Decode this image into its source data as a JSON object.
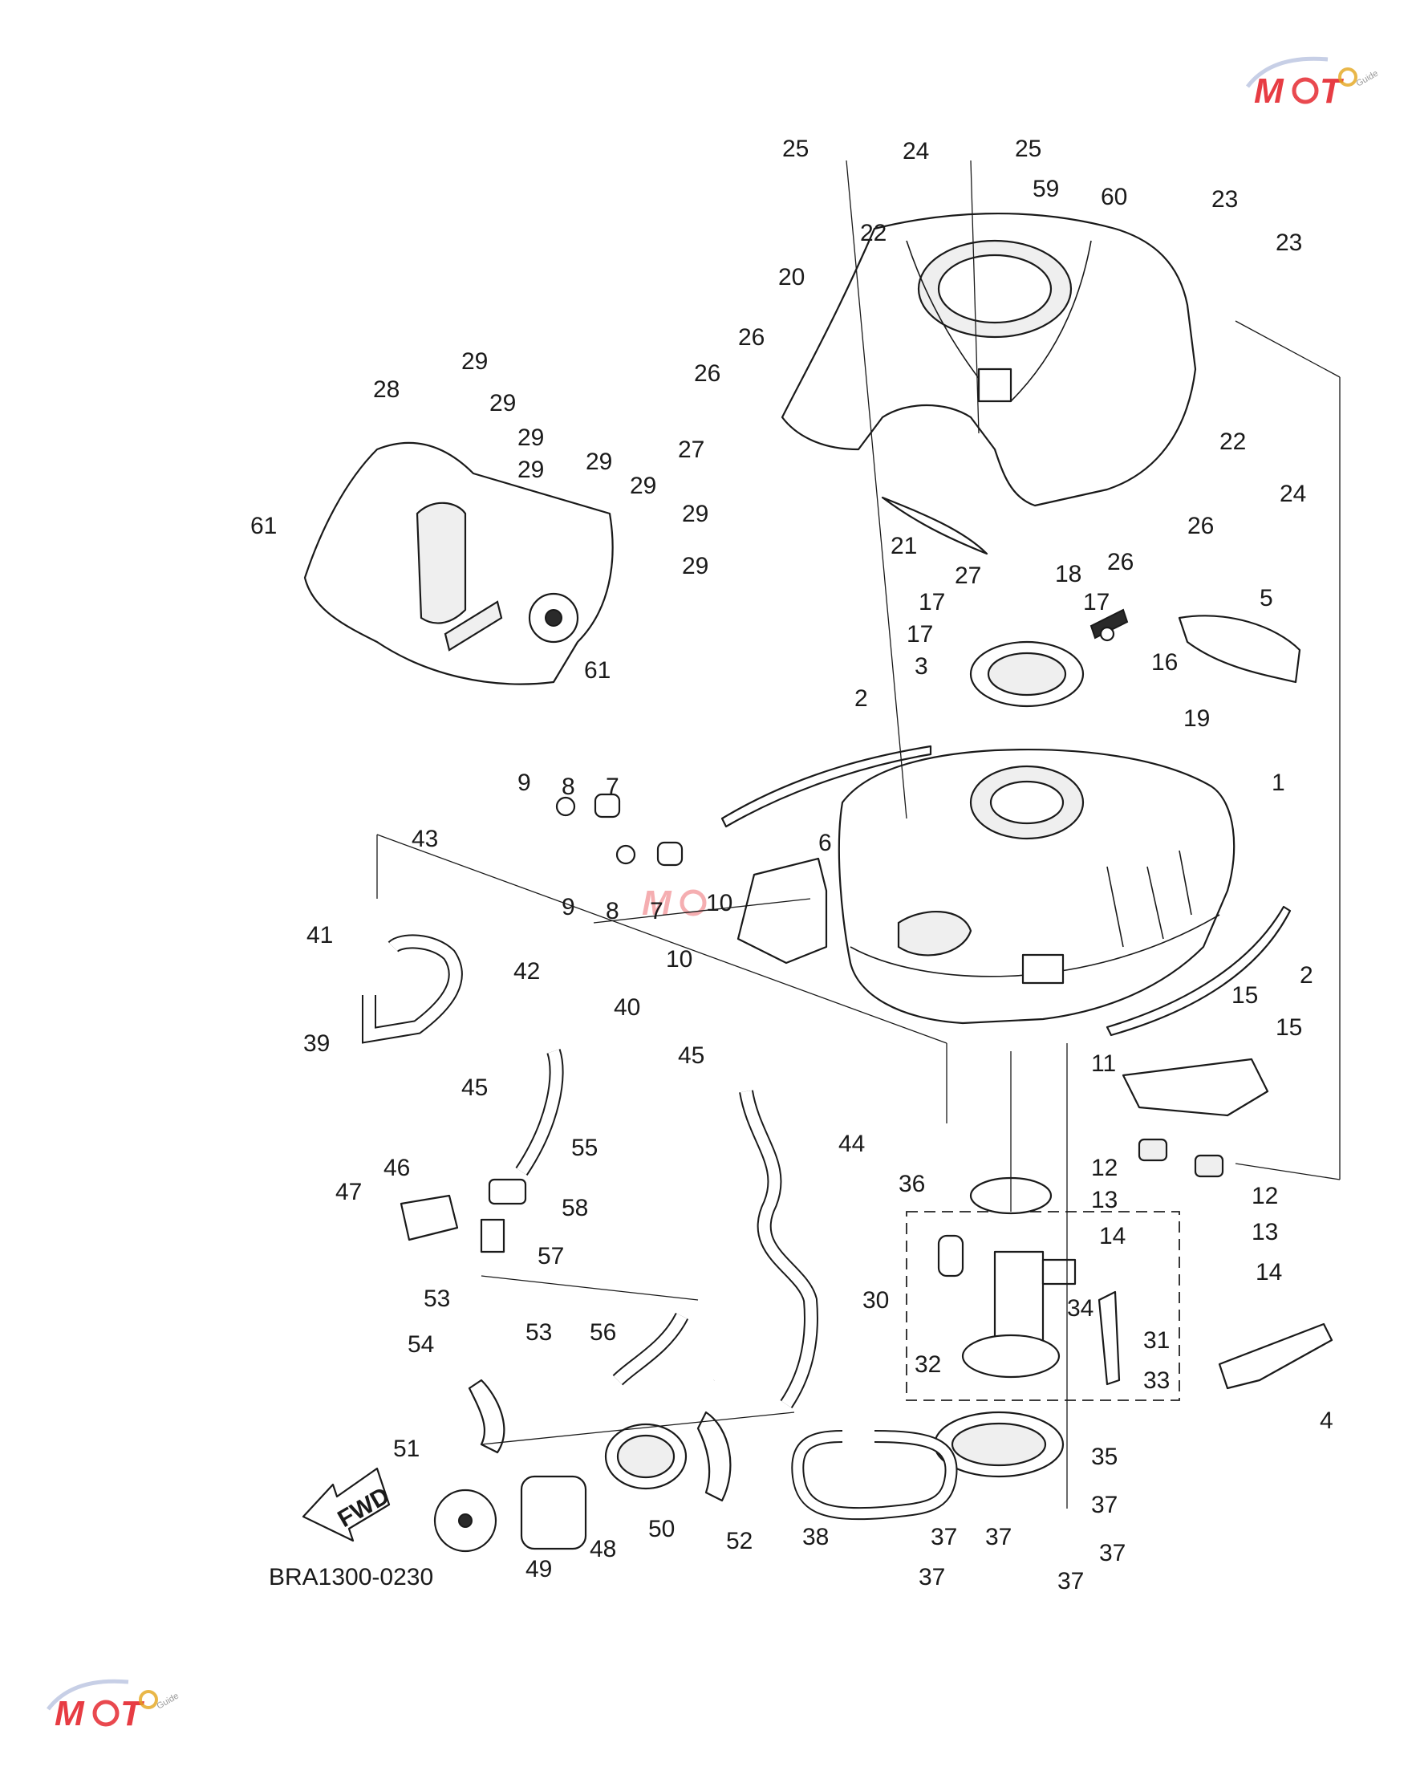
{
  "diagram": {
    "code": "BRA1300-0230",
    "fwd_label": "FWD",
    "watermark": {
      "text": "MOT",
      "small_text": "Guide",
      "color": "#e31b23",
      "accent": "#2c4fa3"
    },
    "callouts": [
      "1",
      "2",
      "2",
      "3",
      "4",
      "5",
      "6",
      "7",
      "7",
      "8",
      "8",
      "9",
      "9",
      "10",
      "10",
      "11",
      "12",
      "12",
      "13",
      "13",
      "14",
      "14",
      "15",
      "15",
      "16",
      "17",
      "17",
      "17",
      "18",
      "19",
      "20",
      "21",
      "22",
      "22",
      "23",
      "23",
      "24",
      "24",
      "25",
      "25",
      "26",
      "26",
      "26",
      "26",
      "27",
      "27",
      "28",
      "29",
      "29",
      "29",
      "29",
      "29",
      "29",
      "29",
      "29",
      "30",
      "31",
      "32",
      "33",
      "34",
      "35",
      "36",
      "37",
      "37",
      "37",
      "37",
      "37",
      "37",
      "38",
      "39",
      "40",
      "41",
      "42",
      "43",
      "44",
      "45",
      "45",
      "46",
      "47",
      "48",
      "49",
      "50",
      "51",
      "52",
      "53",
      "53",
      "54",
      "55",
      "56",
      "57",
      "58",
      "59",
      "60",
      "61",
      "61"
    ]
  }
}
